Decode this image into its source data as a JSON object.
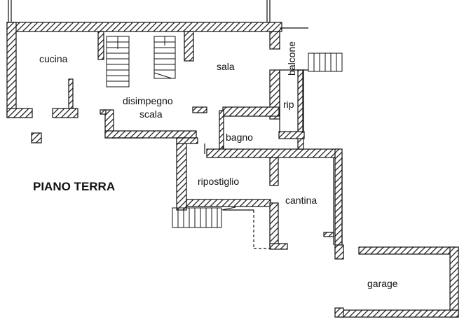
{
  "plan": {
    "title": "PIANO TERRA",
    "rooms": {
      "cucina": "cucina",
      "disimpegno": "disimpegno",
      "scala": "scala",
      "sala": "sala",
      "balcone": "balcone",
      "rip": "rip",
      "bagno": "bagno",
      "ripostiglio": "ripostiglio",
      "cantina": "cantina",
      "garage": "garage"
    }
  },
  "colors": {
    "wall": "#111111",
    "background": "#ffffff"
  }
}
